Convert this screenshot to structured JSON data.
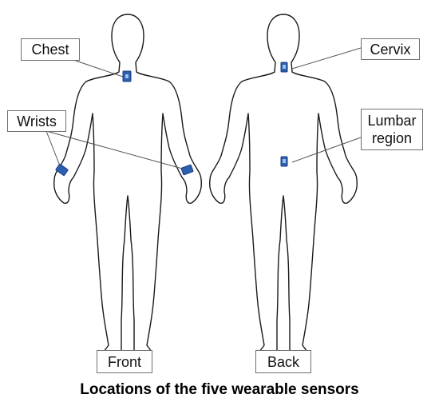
{
  "labels": {
    "chest": "Chest",
    "wrists": "Wrists",
    "cervix": "Cervix",
    "lumbar_line1": "Lumbar",
    "lumbar_line2": "region",
    "front": "Front",
    "back": "Back"
  },
  "caption": "Locations of the five wearable sensors",
  "colors": {
    "sensor_fill": "#2d5fb0",
    "sensor_stroke": "#1a3f80",
    "outline": "#1a1a1a",
    "leader": "#555555"
  }
}
